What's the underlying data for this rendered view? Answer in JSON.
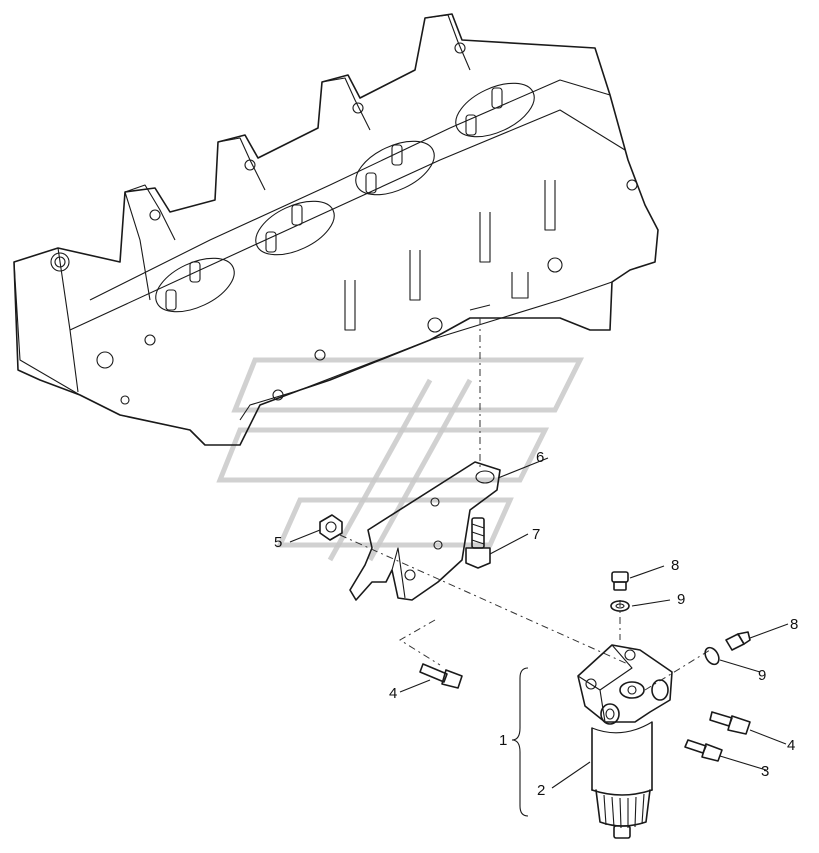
{
  "diagram": {
    "callouts": [
      {
        "id": "c6",
        "text": "6"
      },
      {
        "id": "c5",
        "text": "5"
      },
      {
        "id": "c7",
        "text": "7"
      },
      {
        "id": "c8a",
        "text": "8"
      },
      {
        "id": "c9a",
        "text": "9"
      },
      {
        "id": "c8b",
        "text": "8"
      },
      {
        "id": "c9b",
        "text": "9"
      },
      {
        "id": "c4a",
        "text": "4"
      },
      {
        "id": "c1",
        "text": "1"
      },
      {
        "id": "c4b",
        "text": "4"
      },
      {
        "id": "c3",
        "text": "3"
      },
      {
        "id": "c2",
        "text": "2"
      }
    ]
  }
}
